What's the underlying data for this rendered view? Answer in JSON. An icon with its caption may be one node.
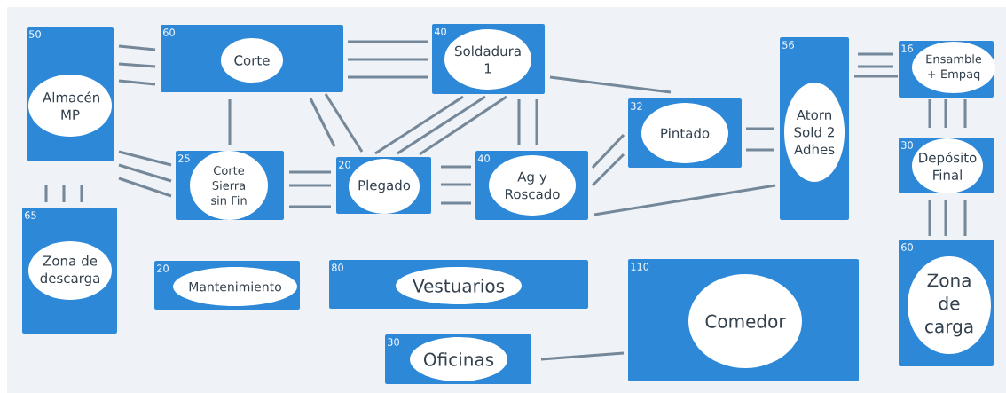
{
  "diagram": {
    "nodes": [
      {
        "text": [
          "50",
          "Almacén MP"
        ]
      },
      {
        "text": [
          "60",
          "Corte"
        ]
      },
      {
        "text": [
          "40",
          "Soldadura 1"
        ]
      },
      {
        "text": [
          "32",
          "Pintado"
        ]
      },
      {
        "text": [
          "56",
          "Atorn Sold 2 Adhes"
        ]
      },
      {
        "text": [
          "16",
          "Ensamble + Empaq"
        ]
      },
      {
        "text": [
          "25",
          "Corte Sierra sin Fin"
        ]
      },
      {
        "text": [
          "20",
          "Plegado"
        ]
      },
      {
        "text": [
          "40",
          "Ag y Roscado"
        ]
      },
      {
        "text": [
          "30",
          "Depósito Final"
        ]
      },
      {
        "text": [
          "65",
          "Zona de descarga"
        ]
      },
      {
        "text": [
          "20",
          "Mantenimiento"
        ]
      },
      {
        "text": [
          "80",
          "Vestuarios"
        ]
      },
      {
        "text": [
          "60",
          "Zona de carga"
        ]
      },
      {
        "text": [
          "30",
          "Oficinas"
        ]
      },
      {
        "text": [
          "110",
          "Comedor"
        ]
      }
    ],
    "edges": [
      {
        "from": 0,
        "to": 1,
        "arrow": "none"
      },
      {
        "from": 0,
        "to": 1,
        "arrow": "none"
      },
      {
        "from": 0,
        "to": 1,
        "arrow": "none"
      },
      {
        "from": 0,
        "to": 6,
        "arrow": "none"
      },
      {
        "from": 0,
        "to": 6,
        "arrow": "none"
      },
      {
        "from": 0,
        "to": 6,
        "arrow": "none"
      },
      {
        "from": 0,
        "to": 10,
        "arrow": "none"
      },
      {
        "from": 0,
        "to": 10,
        "arrow": "none"
      },
      {
        "from": 0,
        "to": 10,
        "arrow": "none"
      },
      {
        "from": 1,
        "to": 6,
        "arrow": "none"
      },
      {
        "from": 1,
        "to": 7,
        "arrow": "none"
      },
      {
        "from": 1,
        "to": 7,
        "arrow": "none"
      },
      {
        "from": 1,
        "to": 2,
        "arrow": "none"
      },
      {
        "from": 1,
        "to": 2,
        "arrow": "none"
      },
      {
        "from": 1,
        "to": 2,
        "arrow": "none"
      },
      {
        "from": 2,
        "to": 7,
        "arrow": "none"
      },
      {
        "from": 2,
        "to": 7,
        "arrow": "none"
      },
      {
        "from": 2,
        "to": 7,
        "arrow": "none"
      },
      {
        "from": 2,
        "to": 8,
        "arrow": "none"
      },
      {
        "from": 2,
        "to": 8,
        "arrow": "none"
      },
      {
        "from": 2,
        "to": 3,
        "arrow": "none"
      },
      {
        "from": 6,
        "to": 7,
        "arrow": "none"
      },
      {
        "from": 6,
        "to": 7,
        "arrow": "none"
      },
      {
        "from": 6,
        "to": 7,
        "arrow": "none"
      },
      {
        "from": 7,
        "to": 8,
        "arrow": "none"
      },
      {
        "from": 7,
        "to": 8,
        "arrow": "none"
      },
      {
        "from": 7,
        "to": 8,
        "arrow": "none"
      },
      {
        "from": 8,
        "to": 3,
        "arrow": "none"
      },
      {
        "from": 8,
        "to": 3,
        "arrow": "none"
      },
      {
        "from": 8,
        "to": 4,
        "arrow": "none"
      },
      {
        "from": 3,
        "to": 4,
        "arrow": "none"
      },
      {
        "from": 3,
        "to": 4,
        "arrow": "none"
      },
      {
        "from": 4,
        "to": 5,
        "arrow": "none"
      },
      {
        "from": 4,
        "to": 5,
        "arrow": "none"
      },
      {
        "from": 4,
        "to": 5,
        "arrow": "none"
      },
      {
        "from": 5,
        "to": 9,
        "arrow": "none"
      },
      {
        "from": 5,
        "to": 9,
        "arrow": "none"
      },
      {
        "from": 5,
        "to": 9,
        "arrow": "none"
      },
      {
        "from": 9,
        "to": 13,
        "arrow": "none"
      },
      {
        "from": 9,
        "to": 13,
        "arrow": "none"
      },
      {
        "from": 9,
        "to": 13,
        "arrow": "none"
      },
      {
        "from": 14,
        "to": 15,
        "arrow": "none"
      }
    ]
  }
}
